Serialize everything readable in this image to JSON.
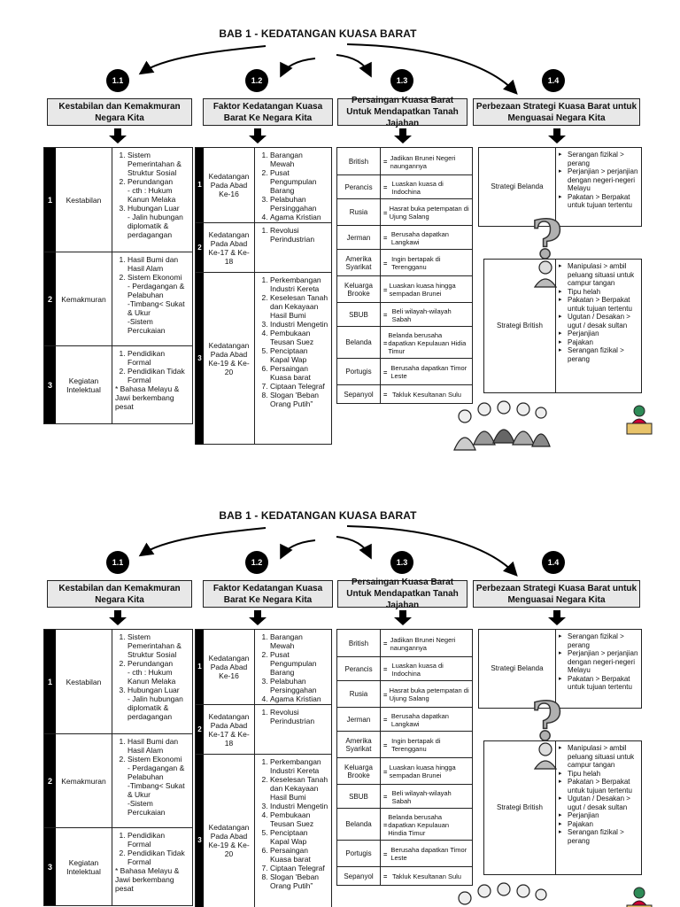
{
  "title": "BAB 1 - KEDATANGAN KUASA BARAT",
  "sections": [
    {
      "num": "1.1",
      "header": "Kestabilan dan Kemakmuran Negara Kita"
    },
    {
      "num": "1.2",
      "header": "Faktor Kedatangan Kuasa Barat Ke Negara Kita"
    },
    {
      "num": "1.3",
      "header": "Persaingan Kuasa Barat Untuk Mendapatkan Tanah Jajahan"
    },
    {
      "num": "1.4",
      "header": "Perbezaan Strategi Kuasa Barat untuk Menguasai Negara Kita"
    }
  ],
  "table1": [
    {
      "num": "1",
      "label": "Kestabilan",
      "items": [
        "Sistem Pemerintahan & Struktur Sosial",
        "Perundangan\n- cth : Hukum Kanun Melaka",
        "Hubungan Luar\n- Jalin hubungan diplomatik & perdagangan"
      ]
    },
    {
      "num": "2",
      "label": "Kemakmuran",
      "items": [
        "Hasil Bumi dan Hasil Alam",
        "Sistem Ekonomi\n- Perdagangan & Pelabuhan\n-Timbang< Sukat & Ukur\n-Sistem Percukaian"
      ]
    },
    {
      "num": "3",
      "label": "Kegiatan Intelektual",
      "items": [
        "Pendidikan Formal",
        "Pendidikan Tidak Formal"
      ],
      "note": "* Bahasa Melayu & Jawi berkembang pesat"
    }
  ],
  "table2": [
    {
      "num": "1",
      "label": "Kedatangan Pada Abad Ke-16",
      "items": [
        "Barangan Mewah",
        "Pusat Pengumpulan Barang",
        "Pelabuhan Persinggahan",
        "Agama Kristian"
      ]
    },
    {
      "num": "2",
      "label": "Kedatangan Pada Abad Ke-17 & Ke-18",
      "items": [
        "Revolusi Perindustrian"
      ]
    },
    {
      "num": "3",
      "label": "Kedatangan Pada Abad Ke-19 & Ke-20",
      "items": [
        "Perkembangan Industri Kereta",
        "Keselesan Tanah dan Kekayaan Hasil Bumi",
        "Industri Mengetin",
        "Pembukaan Teusan Suez",
        "Penciptaan Kapal Wap",
        "Persaingan Kuasa barat",
        "Ciptaan Telegraf",
        "Slogan 'Beban Orang Putih”"
      ]
    }
  ],
  "table3": [
    {
      "label": "British",
      "text": "Jadikan Brunei Negeri naungannya"
    },
    {
      "label": "Perancis",
      "text": "Luaskan kuasa di Indochina"
    },
    {
      "label": "Rusia",
      "text": "Hasrat buka petempatan di Ujung Salang"
    },
    {
      "label": "Jerman",
      "text": "Berusaha dapatkan Langkawi"
    },
    {
      "label": "Amerika Syarikat",
      "text": "Ingin bertapak di Terengganu"
    },
    {
      "label": "Keluarga Brooke",
      "text": "Luaskan kuasa hingga sempadan Brunei"
    },
    {
      "label": "SBUB",
      "text": "Beli wilayah-wilayah Sabah"
    },
    {
      "label": "Belanda",
      "text": "Belanda berusaha dapatkan Kepulauan Hidia Timur"
    },
    {
      "label": "Portugis",
      "text": "Berusaha dapatkan Timor Leste"
    },
    {
      "label": "Sepanyol",
      "text": "Takluk Kesultanan Sulu"
    }
  ],
  "table3_bottom_labels": {
    "belanda_text": "Belanda berusaha dapatkan Kepulauan Hindia Timur"
  },
  "table4": [
    {
      "label": "Strategi Belanda",
      "items": [
        "Serangan fizikal > perang",
        "Perjanjian > perjanjian dengan negeri-negeri Melayu",
        "Pakatan > Berpakat untuk tujuan tertentu"
      ]
    },
    {
      "label": "Strategi British",
      "items": [
        "Manipulasi > ambil peluang situasi untuk campur tangan",
        "Tipu helah",
        "Pakatan > Berpakat untuk tujuan tertentu",
        "Ugutan / Desakan > ugut / desak sultan",
        "Perjanjian",
        "Pajakan",
        "Serangan fizikal > perang"
      ]
    }
  ],
  "icons": {
    "question": "?"
  }
}
